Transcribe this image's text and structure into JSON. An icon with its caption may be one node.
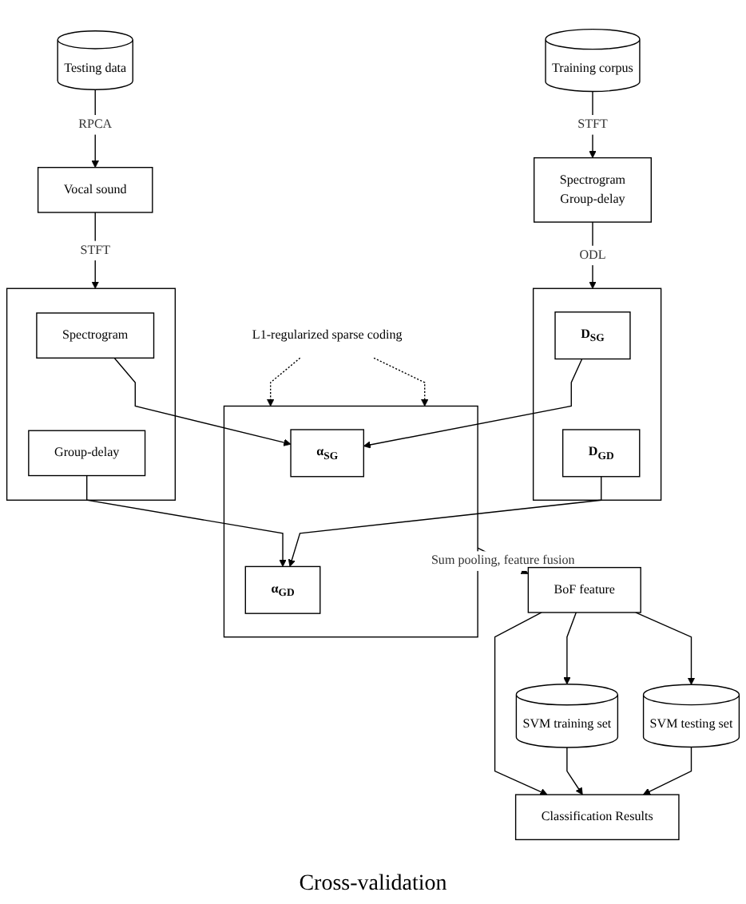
{
  "diagram": {
    "nodes": [
      {
        "text": [
          "Testing data"
        ]
      },
      {
        "text": [
          "Training corpus"
        ]
      },
      {
        "text": [
          "Vocal sound"
        ]
      },
      {
        "text": [
          "Spectrogram",
          "Group-delay"
        ]
      },
      {
        "text": [
          "L1-regularized sparse coding"
        ]
      },
      {
        "text": [],
        "shape": "box"
      },
      {
        "text": [
          "Spectrogram"
        ],
        "in": 5
      },
      {
        "text": [
          "Group-delay"
        ],
        "in": 5
      },
      {
        "text": [],
        "shape": "box"
      },
      {
        "text": [
          "α$_{SG}$"
        ],
        "in": 8
      },
      {
        "text": [
          "α$_{GD}$"
        ],
        "in": 8
      },
      {
        "text": [],
        "shape": "box"
      },
      {
        "text": [
          "D$_{SG}$"
        ],
        "in": 11
      },
      {
        "text": [
          "D$_{GD}$"
        ],
        "in": 11
      },
      {
        "text": [
          "BoF feature"
        ]
      },
      {
        "text": [
          "SVM training set"
        ]
      },
      {
        "text": [
          "Classification Results"
        ]
      },
      {
        "text": [
          "SVM testing set"
        ]
      }
    ],
    "edges": [
      {
        "from": 0,
        "to": 2,
        "arrow": "to",
        "label": "RPCA"
      },
      {
        "from": 1,
        "to": 3,
        "arrow": "to",
        "label": "STFT"
      },
      {
        "from": 2,
        "to": 5,
        "arrow": "to",
        "label": "STFT"
      },
      {
        "from": 3,
        "to": 11,
        "arrow": "to",
        "label": "ODL"
      },
      {
        "from": 4,
        "to": 8,
        "arrow": "to",
        "style": "dashed"
      },
      {
        "from": 4,
        "to": 8,
        "arrow": "to",
        "style": "dashed"
      },
      {
        "from": 6,
        "to": 9,
        "arrow": "to"
      },
      {
        "from": 7,
        "to": 10,
        "arrow": "to"
      },
      {
        "from": 12,
        "to": 9,
        "arrow": "to"
      },
      {
        "from": 13,
        "to": 10,
        "arrow": "to"
      },
      {
        "from": 8,
        "to": 14,
        "arrow": "to",
        "label": "Sum pooling, feature fusion"
      },
      {
        "from": 14,
        "to": 15,
        "arrow": "to"
      },
      {
        "from": 14,
        "to": 16,
        "arrow": "to"
      },
      {
        "from": 14,
        "to": 17,
        "arrow": "to"
      },
      {
        "from": 15,
        "to": 16,
        "arrow": "to"
      },
      {
        "from": 17,
        "to": 16,
        "arrow": "to"
      }
    ],
    "labels": [
      "Cross-validation"
    ]
  }
}
